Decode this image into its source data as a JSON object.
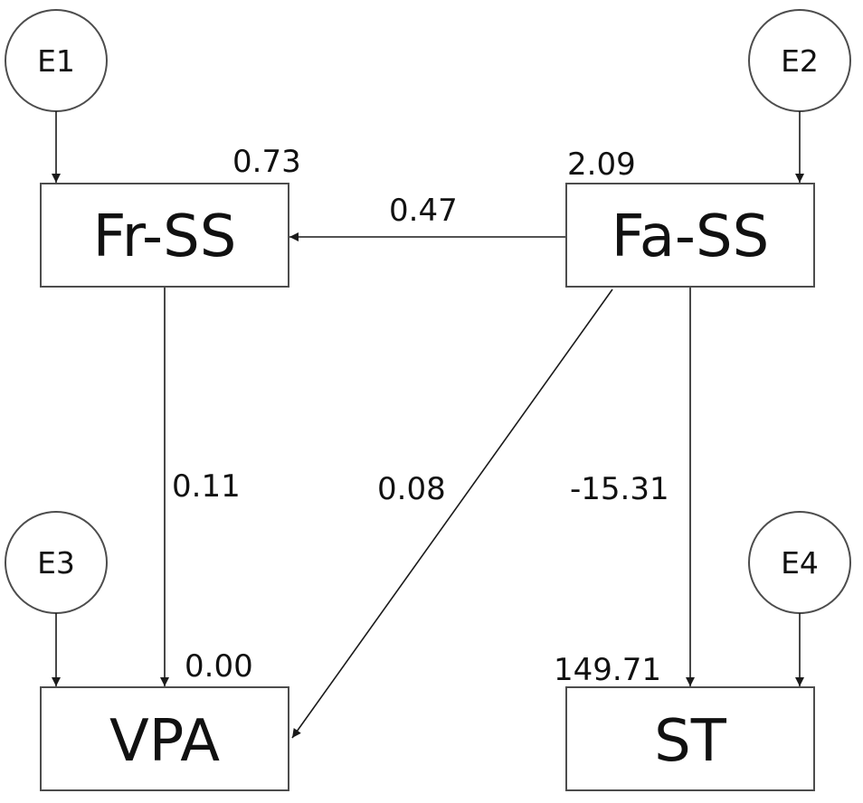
{
  "nodes": {
    "fr_ss": "Fr-SS",
    "fa_ss": "Fa-SS",
    "vpa": "VPA",
    "st": "ST"
  },
  "errors": {
    "e1": "E1",
    "e2": "E2",
    "e3": "E3",
    "e4": "E4"
  },
  "intercepts": {
    "fr_ss": "0.73",
    "fa_ss": "2.09",
    "vpa": "0.00",
    "st": "149.71"
  },
  "paths": {
    "fa_to_fr": "0.47",
    "fr_to_vpa": "0.11",
    "fa_to_vpa": "0.08",
    "fa_to_st": "-15.31"
  }
}
